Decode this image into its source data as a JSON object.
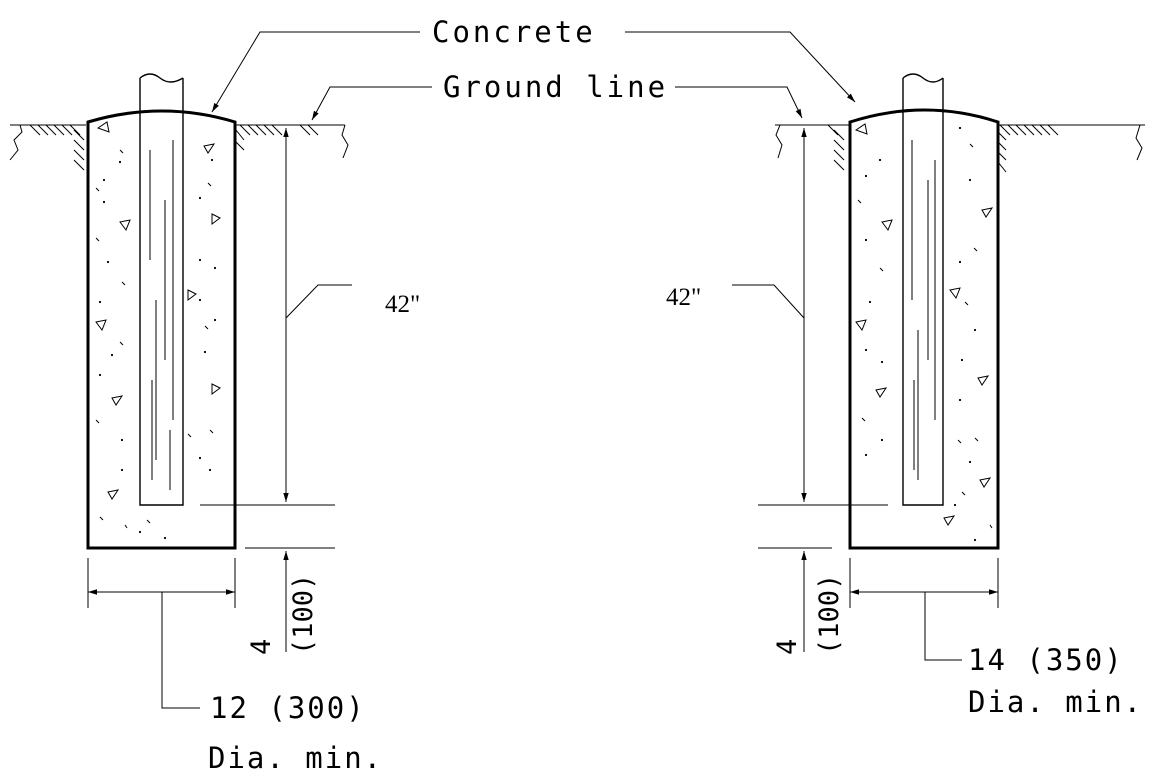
{
  "callouts": {
    "concrete": "Concrete",
    "ground_line": "Ground line"
  },
  "left_post": {
    "embed_depth": "42\"",
    "bottom_cover": "4",
    "bottom_cover_metric": "(100)",
    "diameter": "12 (300)",
    "diameter_note": "Dia. min."
  },
  "right_post": {
    "embed_depth": "42\"",
    "bottom_cover": "4",
    "bottom_cover_metric": "(100)",
    "diameter": "14 (350)",
    "diameter_note": "Dia. min."
  }
}
